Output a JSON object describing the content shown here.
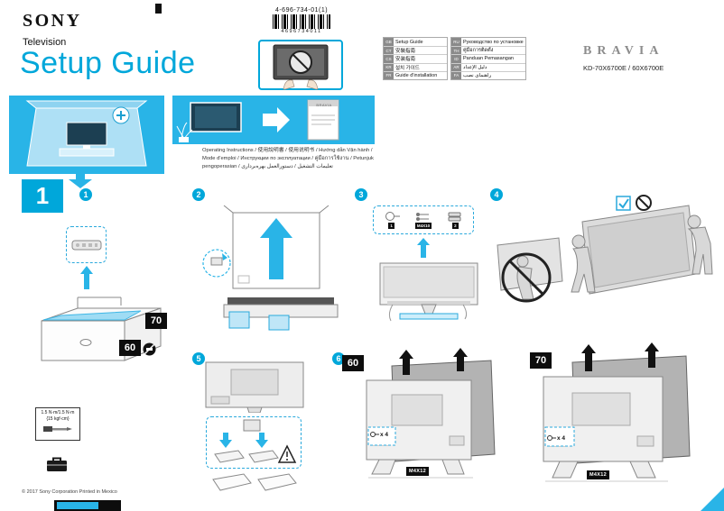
{
  "header": {
    "brand": "SONY",
    "product_line": "Television",
    "title": "Setup Guide",
    "part_number": "4-696-734-01(1)",
    "barcode_digits": "4696734011",
    "bravia": "BRAVIA",
    "models": "KD-70X6700E / 60X6700E"
  },
  "language_table": {
    "left": [
      {
        "code": "GB",
        "label": "Setup Guide"
      },
      {
        "code": "CT",
        "label": "安裝指南"
      },
      {
        "code": "CS",
        "label": "安装指南"
      },
      {
        "code": "KR",
        "label": "설치 가이드"
      },
      {
        "code": "FR",
        "label": "Guide d'installation"
      }
    ],
    "right": [
      {
        "code": "RU",
        "label": "Руководство по установке"
      },
      {
        "code": "TH",
        "label": "คู่มือการติดตั้ง"
      },
      {
        "code": "ID",
        "label": "Panduan Pemasangan"
      },
      {
        "code": "AR",
        "label": "دليل الإعداد"
      },
      {
        "code": "FA",
        "label": "راهنمای نصب"
      }
    ]
  },
  "intro": {
    "operating_instructions": "Operating Instructions / 使用說明書 / 使用说明书 / Hướng dẫn Vận hành / Mode d'emploi / Инструкции по эксплуатации / คู่มือการใช้งาน / Petunjuk pengoperasian / تعليمات التشغيل / دستورالعمل بهره‌برداری",
    "manual_label": "BRAVIA"
  },
  "section": {
    "number": "1"
  },
  "steps": {
    "s1": "1",
    "s2": "2",
    "s3": "3",
    "s4": "4",
    "s5": "5",
    "s6": "6"
  },
  "callouts": {
    "size_70": "70",
    "size_60": "60",
    "size_60_b": "60",
    "size_70_b": "70",
    "accessory_tag_1": "1",
    "accessory_tag_2": "M4X10",
    "accessory_tag_3": "2",
    "screw_qty_60": "x 4",
    "screw_qty_70": "x 4",
    "screw_tag_60": "M4X12",
    "screw_tag_70": "M4X12",
    "torque_line1": "1.5 N·m/1.5 N·m",
    "torque_line2": "{15 kgf·cm}"
  },
  "footer": {
    "copyright": "© 2017 Sony Corporation   Printed in Mexico"
  }
}
